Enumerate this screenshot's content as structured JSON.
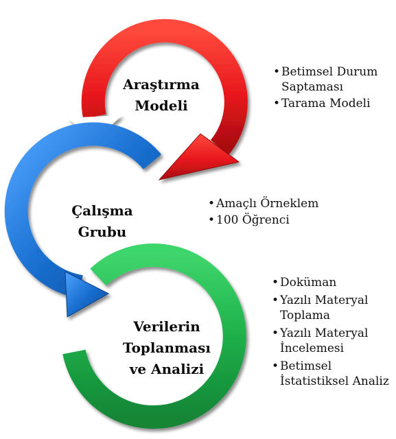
{
  "stages": [
    {
      "title_lines": [
        "Araştırma",
        "Modeli"
      ],
      "color": "#e8171c",
      "bullets": [
        "Betimsel Durum Saptaması",
        "Tarama Modeli"
      ]
    },
    {
      "title_lines": [
        "Çalışma",
        "Grubu"
      ],
      "color": "#1a6fd0",
      "bullets": [
        "Amaçlı Örneklem",
        "100 Öğrenci"
      ]
    },
    {
      "title_lines": [
        "Verilerin",
        "Toplanması",
        "ve Analizi"
      ],
      "color": "#1fb04a",
      "bullets": [
        "Doküman",
        "Yazılı Materyal Toplama",
        "Yazılı Materyal İncelemesi",
        "Betimsel İstatistiksel Analiz"
      ]
    }
  ],
  "bullet_glyph": "•"
}
